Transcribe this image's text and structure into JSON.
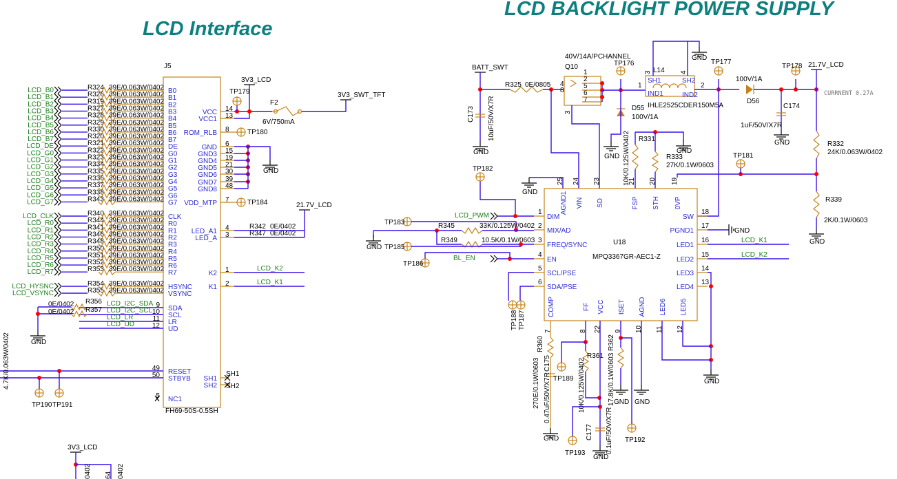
{
  "titles": {
    "lcd_interface": "LCD Interface",
    "backlight": "LCD BACKLIGHT POWER SUPPLY"
  },
  "colors": {
    "wire": "#3a10e8",
    "component": "#c5821a",
    "net_label": "#1a7f1a",
    "pin_name": "#2a2ad0",
    "title": "#0e7f7f",
    "junction": "#ff0000"
  },
  "j5": {
    "ref": "J5",
    "part": "FH69-50S-0.5SH",
    "series_value": "39E/0.063W/0402",
    "rows": [
      {
        "net": "LCD_B0",
        "ref": "R324",
        "pin": "B0"
      },
      {
        "net": "LCD_B1",
        "ref": "R326",
        "pin": "B1"
      },
      {
        "net": "LCD_B2",
        "ref": "R319",
        "pin": "B2"
      },
      {
        "net": "LCD_B3",
        "ref": "R327",
        "pin": "B3"
      },
      {
        "net": "LCD_B4",
        "ref": "R328",
        "pin": "B4"
      },
      {
        "net": "LCD_B5",
        "ref": "R329",
        "pin": "B5"
      },
      {
        "net": "LCD_B6",
        "ref": "R330",
        "pin": "B6"
      },
      {
        "net": "LCD_B7",
        "ref": "R320",
        "pin": "B7"
      },
      {
        "net": "LCD_DE",
        "ref": "R321",
        "pin": "DE"
      },
      {
        "net": "LCD_G0",
        "ref": "R322",
        "pin": "G0"
      },
      {
        "net": "LCD_G1",
        "ref": "R323",
        "pin": "G1"
      },
      {
        "net": "LCD_G2",
        "ref": "R334",
        "pin": "G2"
      },
      {
        "net": "LCD_G3",
        "ref": "R335",
        "pin": "G3"
      },
      {
        "net": "LCD_G4",
        "ref": "R336",
        "pin": "G4"
      },
      {
        "net": "LCD_G5",
        "ref": "R337",
        "pin": "G5"
      },
      {
        "net": "LCD_G6",
        "ref": "R338",
        "pin": "G6"
      },
      {
        "net": "LCD_G7",
        "ref": "R343",
        "pin": "G7"
      },
      {
        "net": "LCD_CLK",
        "ref": "R340",
        "pin": "CLK"
      },
      {
        "net": "LCD_R0",
        "ref": "R344",
        "pin": "R0"
      },
      {
        "net": "LCD_R1",
        "ref": "R341",
        "pin": "R1"
      },
      {
        "net": "LCD_R2",
        "ref": "R346",
        "pin": "R2"
      },
      {
        "net": "LCD_R3",
        "ref": "R348",
        "pin": "R3"
      },
      {
        "net": "LCD_R4",
        "ref": "R350",
        "pin": "R4"
      },
      {
        "net": "LCD_R5",
        "ref": "R351",
        "pin": "R5"
      },
      {
        "net": "LCD_R6",
        "ref": "R352",
        "pin": "R6"
      },
      {
        "net": "LCD_R7",
        "ref": "R353",
        "pin": "R7"
      },
      {
        "net": "LCD_HYSNC",
        "ref": "R354",
        "pin": "HSYNC"
      },
      {
        "net": "LCD_VSYNC",
        "ref": "R355",
        "pin": "VSYNC"
      }
    ],
    "left_pins": [
      {
        "name": "SDA",
        "num": "9",
        "net": "LCD_I2C_SDA"
      },
      {
        "name": "SCL",
        "num": "10",
        "net": "LCD_I2C_SCL"
      },
      {
        "name": "LR",
        "num": "11",
        "net": "LCD_LR"
      },
      {
        "name": "UD",
        "num": "12",
        "net": "LCD_UD"
      },
      {
        "name": "RESET",
        "num": "49"
      },
      {
        "name": "STBYB",
        "num": "50"
      },
      {
        "name": "NC1",
        "num": "5"
      }
    ],
    "right_pins": [
      {
        "name": "VCC",
        "num": "14"
      },
      {
        "name": "VCC1",
        "num": "13"
      },
      {
        "name": "ROM_RLB",
        "num": "8"
      },
      {
        "name": "GND",
        "num": "6"
      },
      {
        "name": "GND3",
        "num": "15"
      },
      {
        "name": "GND4",
        "num": "19"
      },
      {
        "name": "GND5",
        "num": "21"
      },
      {
        "name": "GND6",
        "num": "30"
      },
      {
        "name": "GND7",
        "num": "39"
      },
      {
        "name": "GND8",
        "num": "48"
      },
      {
        "name": "VDD_MTP",
        "num": "7"
      },
      {
        "name": "LED_A1",
        "num": "4"
      },
      {
        "name": "LED_A",
        "num": "3"
      },
      {
        "name": "K2",
        "num": "1"
      },
      {
        "name": "K1",
        "num": "2"
      },
      {
        "name": "SH1",
        "num": "SH1"
      },
      {
        "name": "SH2",
        "num": "SH2"
      }
    ],
    "parts": {
      "r356": "R356",
      "r357": "R357",
      "i2c_value": "0E/0402",
      "r342": "R342",
      "r347": "R347",
      "led_value": "0E/0402",
      "f2": "F2",
      "f2_value": "6V/750mA",
      "tp179": "TP179",
      "tp180": "TP180",
      "tp184": "TP184",
      "tp190": "TP190",
      "tp191": "TP191",
      "pullup_value": "4.7K/0.063W/0402",
      "k2_net": "LCD_K2",
      "k1_net": "LCD_K1"
    },
    "rails": {
      "v3_lcd": "3V3_LCD",
      "v3_swt_tft": "3V3_SWT_TFT",
      "v21_lcd": "21.7V_LCD",
      "gnd": "GND"
    }
  },
  "bottom_fragment": {
    "rail": "3V3_LCD",
    "labels": [
      "0402",
      "64",
      "0402"
    ]
  },
  "backlight": {
    "batt": "BATT_SWT",
    "v21": "21.7V_LCD",
    "gnd": "GND",
    "current_note": "CURRNENT 0.27A",
    "r325": "R325",
    "r325_value": "0E/0805",
    "c173": "C173",
    "c173_value": "10uF/50V/X7R",
    "q10": "Q10",
    "q10_value": "40V/14A/PCHANNEL",
    "q10_pins": [
      "4",
      "8",
      "1",
      "2",
      "5",
      "6",
      "7",
      "3"
    ],
    "tp176": "TP176",
    "tp177": "TP177",
    "tp178": "TP178",
    "tp181": "TP181",
    "tp182": "TP182",
    "tp183": "TP183",
    "tp185": "TP185",
    "tp186": "TP186",
    "tp187": "TP187",
    "tp188": "TP188",
    "tp189": "TP189",
    "tp192": "TP192",
    "tp193": "TP193",
    "l14": "L14",
    "l14_value": "IHLE2525CDER150M5A",
    "l14_pins": [
      "SH1",
      "SH2",
      "IND1",
      "IND2",
      "3",
      "4",
      "1",
      "2"
    ],
    "d55": "D55",
    "d55_value": "100V/1A",
    "d56": "D56",
    "d56_value": "100V/1A",
    "c174": "C174",
    "c174_value": "1uF/50V/X7R",
    "r332": "R332",
    "r332_value": "24K/0.063W/0402",
    "r339": "R339",
    "r339_value": "2K/0.1W/0603",
    "r331": "R331",
    "r331_value": "10K/0.125W/0402",
    "r333": "R333",
    "r333_value": "27K/0.1W/0603",
    "r345": "R345",
    "r345_value": "33K/0.125W/0402",
    "r349": "R349",
    "r349_value": "10.5K/0.1W/0603",
    "r360": "R360",
    "r360_value": "270E/0.1W/0603",
    "c175": "C175",
    "c175_value": "0.47uF/50V/X7R",
    "r361": "R361",
    "r361_value": "10K/0.125W/0402",
    "c177": "C177",
    "c177_value": "0.1uF/50V/X7R",
    "r362": "R362",
    "r362_value": "17.8K/0.1W/0603",
    "lcd_pwm": "LCD_PWM",
    "bl_en": "BL_EN",
    "lcd_k1": "LCD_K1",
    "lcd_k2": "LCD_K2",
    "u18": {
      "ref": "U18",
      "part": "MPQ3367GR-AEC1-Z",
      "left": [
        {
          "name": "DIM",
          "num": "1"
        },
        {
          "name": "MIX/AD",
          "num": "2"
        },
        {
          "name": "FREQ/SYNC",
          "num": "3"
        },
        {
          "name": "EN",
          "num": "4"
        },
        {
          "name": "SCL/PSE",
          "num": "5"
        },
        {
          "name": "SDA/PSE",
          "num": "6"
        }
      ],
      "right": [
        {
          "name": "SW",
          "num": "18"
        },
        {
          "name": "PGND1",
          "num": "17"
        },
        {
          "name": "LED1",
          "num": "16"
        },
        {
          "name": "LED2",
          "num": "15"
        },
        {
          "name": "LED3",
          "num": "14"
        },
        {
          "name": "LED4",
          "num": "13"
        }
      ],
      "top": [
        {
          "name": "AGND1",
          "num": "25"
        },
        {
          "name": "VIN",
          "num": "24"
        },
        {
          "name": "SD",
          "num": "23"
        },
        {
          "name": "FSP",
          "num": "21"
        },
        {
          "name": "STH",
          "num": "20"
        },
        {
          "name": "0VP",
          "num": "19"
        }
      ],
      "bottom": [
        {
          "name": "COMP",
          "num": "7"
        },
        {
          "name": "FF",
          "num": "8"
        },
        {
          "name": "VCC",
          "num": "22"
        },
        {
          "name": "ISET",
          "num": "9"
        },
        {
          "name": "AGND",
          "num": "10"
        },
        {
          "name": "LED6",
          "num": "11"
        },
        {
          "name": "LED5",
          "num": "12"
        }
      ]
    }
  }
}
